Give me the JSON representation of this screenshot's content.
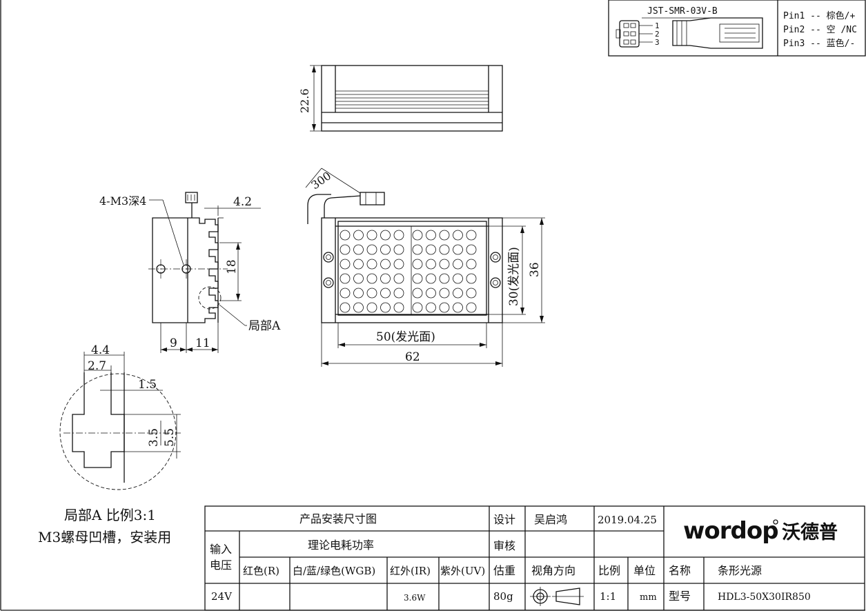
{
  "connector": {
    "part": "JST-SMR-03V-B",
    "pin_numbers": [
      "1",
      "2",
      "3"
    ],
    "pins": [
      "Pin1 -- 棕色/+",
      "Pin2 -- 空 /NC",
      "Pin3 -- 蓝色/-"
    ]
  },
  "dimensions": {
    "height": "22.6",
    "cable": "300",
    "emit_width": "50(发光面)",
    "width": "62",
    "emit_height": "30(发光面)",
    "total_height": "36",
    "side_top": "4.2",
    "side_pitch": "18",
    "side_a": "9",
    "side_b": "11",
    "thread_label": "4-M3深4",
    "detail_callout": "局部A",
    "detail_w1": "4.4",
    "detail_w2": "2.7",
    "detail_w3": "1.5",
    "detail_h1": "3.5",
    "detail_h2": "5.5"
  },
  "detail_note": {
    "line1": "局部A 比例3:1",
    "line2": "M3螺母凹槽，安装用"
  },
  "title_block": {
    "drawing_title": "产品安装尺寸图",
    "power_title": "理论电耗功率",
    "input_voltage_label_1": "输入",
    "input_voltage_label_2": "电压",
    "col_red": "红色(R)",
    "col_wgb": "白/蓝/绿色(WGB)",
    "col_ir": "红外(IR)",
    "col_uv": "紫外(UV)",
    "voltage": "24V",
    "ir_power": "3.6W",
    "design_label": "设计",
    "designer": "吴启鸿",
    "date": "2019.04.25",
    "review_label": "审核",
    "weight_label": "估重",
    "weight": "80g",
    "view_label": "视角方向",
    "scale_label": "比例",
    "scale": "1:1",
    "unit_label": "单位",
    "unit": "mm",
    "name_label": "名称",
    "name": "条形光源",
    "model_label": "型号",
    "model": "HDL3-50X30IR850",
    "logo_en": "wordop",
    "logo_cn": "沃德普"
  }
}
